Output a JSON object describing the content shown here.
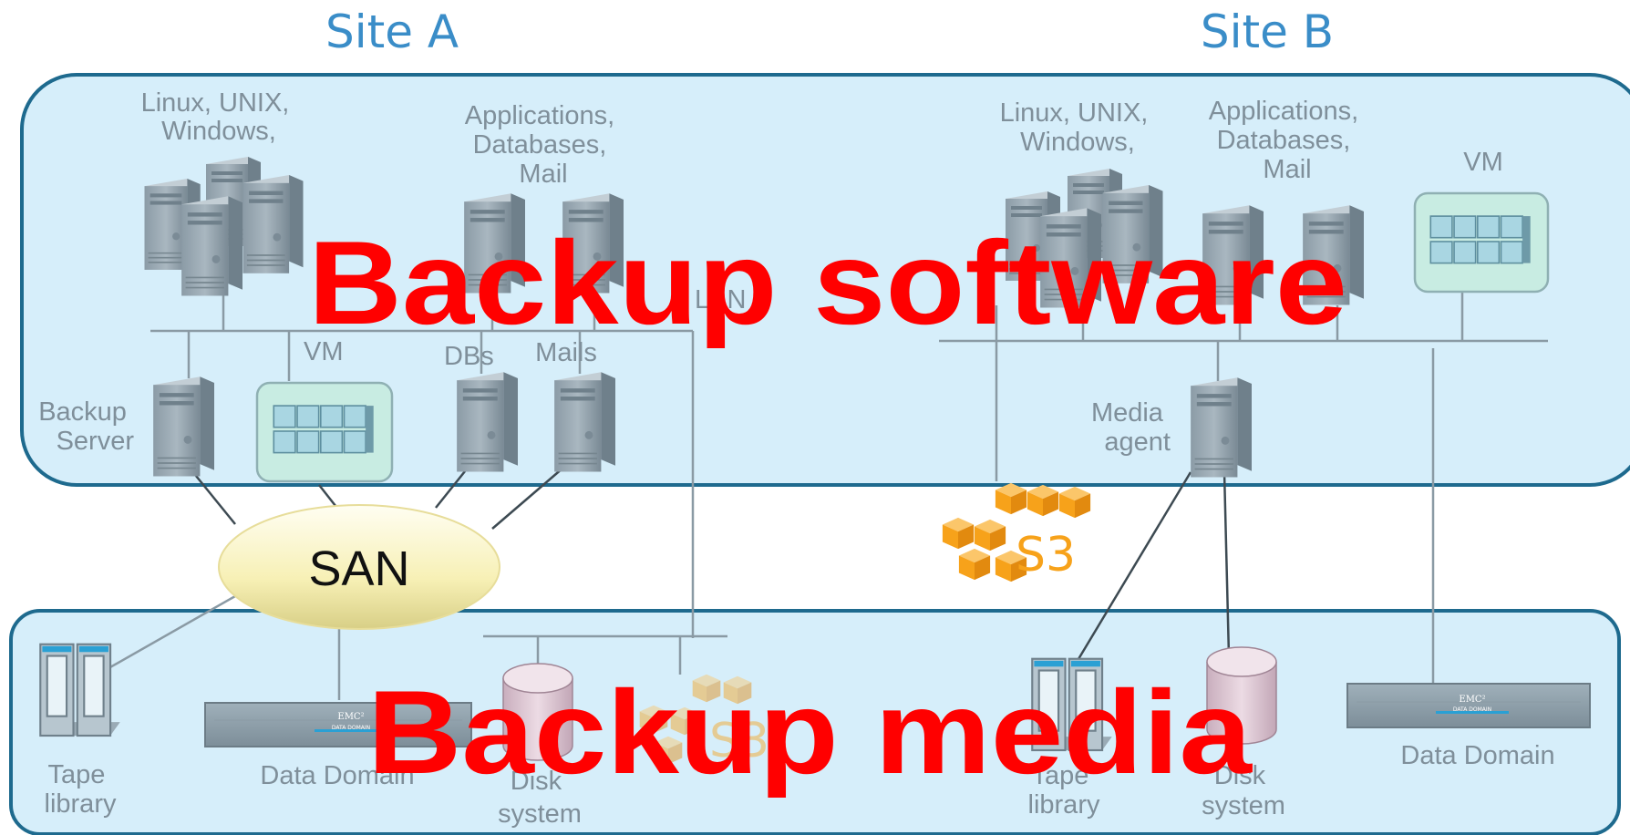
{
  "sites": {
    "a": "Site A",
    "b": "Site B"
  },
  "overlays": {
    "software": "Backup software",
    "media": "Backup media"
  },
  "site_a": {
    "clients_label": [
      "Linux, UNIX,",
      "Windows,"
    ],
    "apps_label": [
      "Applications,",
      "Databases,",
      "Mail"
    ],
    "lan_label": "LAN",
    "vm_label": "VM",
    "dbs_label": "DBs",
    "mails_label": "Mails",
    "backup_server_label": [
      "Backup",
      "Server"
    ],
    "san_label": "SAN",
    "tape_label": [
      "Tape",
      "library"
    ],
    "datadomain_label": "Data Domain",
    "disk_label": [
      "Disk",
      "system"
    ]
  },
  "site_b": {
    "clients_label": [
      "Linux, UNIX,",
      "Windows,"
    ],
    "apps_label": [
      "Applications,",
      "Databases,",
      "Mail"
    ],
    "vm_label": "VM",
    "media_agent_label": [
      "Media",
      "agent"
    ],
    "s3_label": "S3",
    "tape_label": [
      "Tape",
      "library"
    ],
    "disk_label": [
      "Disk",
      "system"
    ],
    "datadomain_label": "Data Domain"
  },
  "device_text": {
    "emc": "EMC²",
    "dd": "DATA DOMAIN"
  },
  "colors": {
    "panel_fill": "#d6eefa",
    "panel_border": "#1e6a8e",
    "site_title": "#3a8dc8",
    "overlay_text": "#ff0000",
    "label_gray": "#7f8f9a",
    "s3_orange": "#f7a21a"
  }
}
